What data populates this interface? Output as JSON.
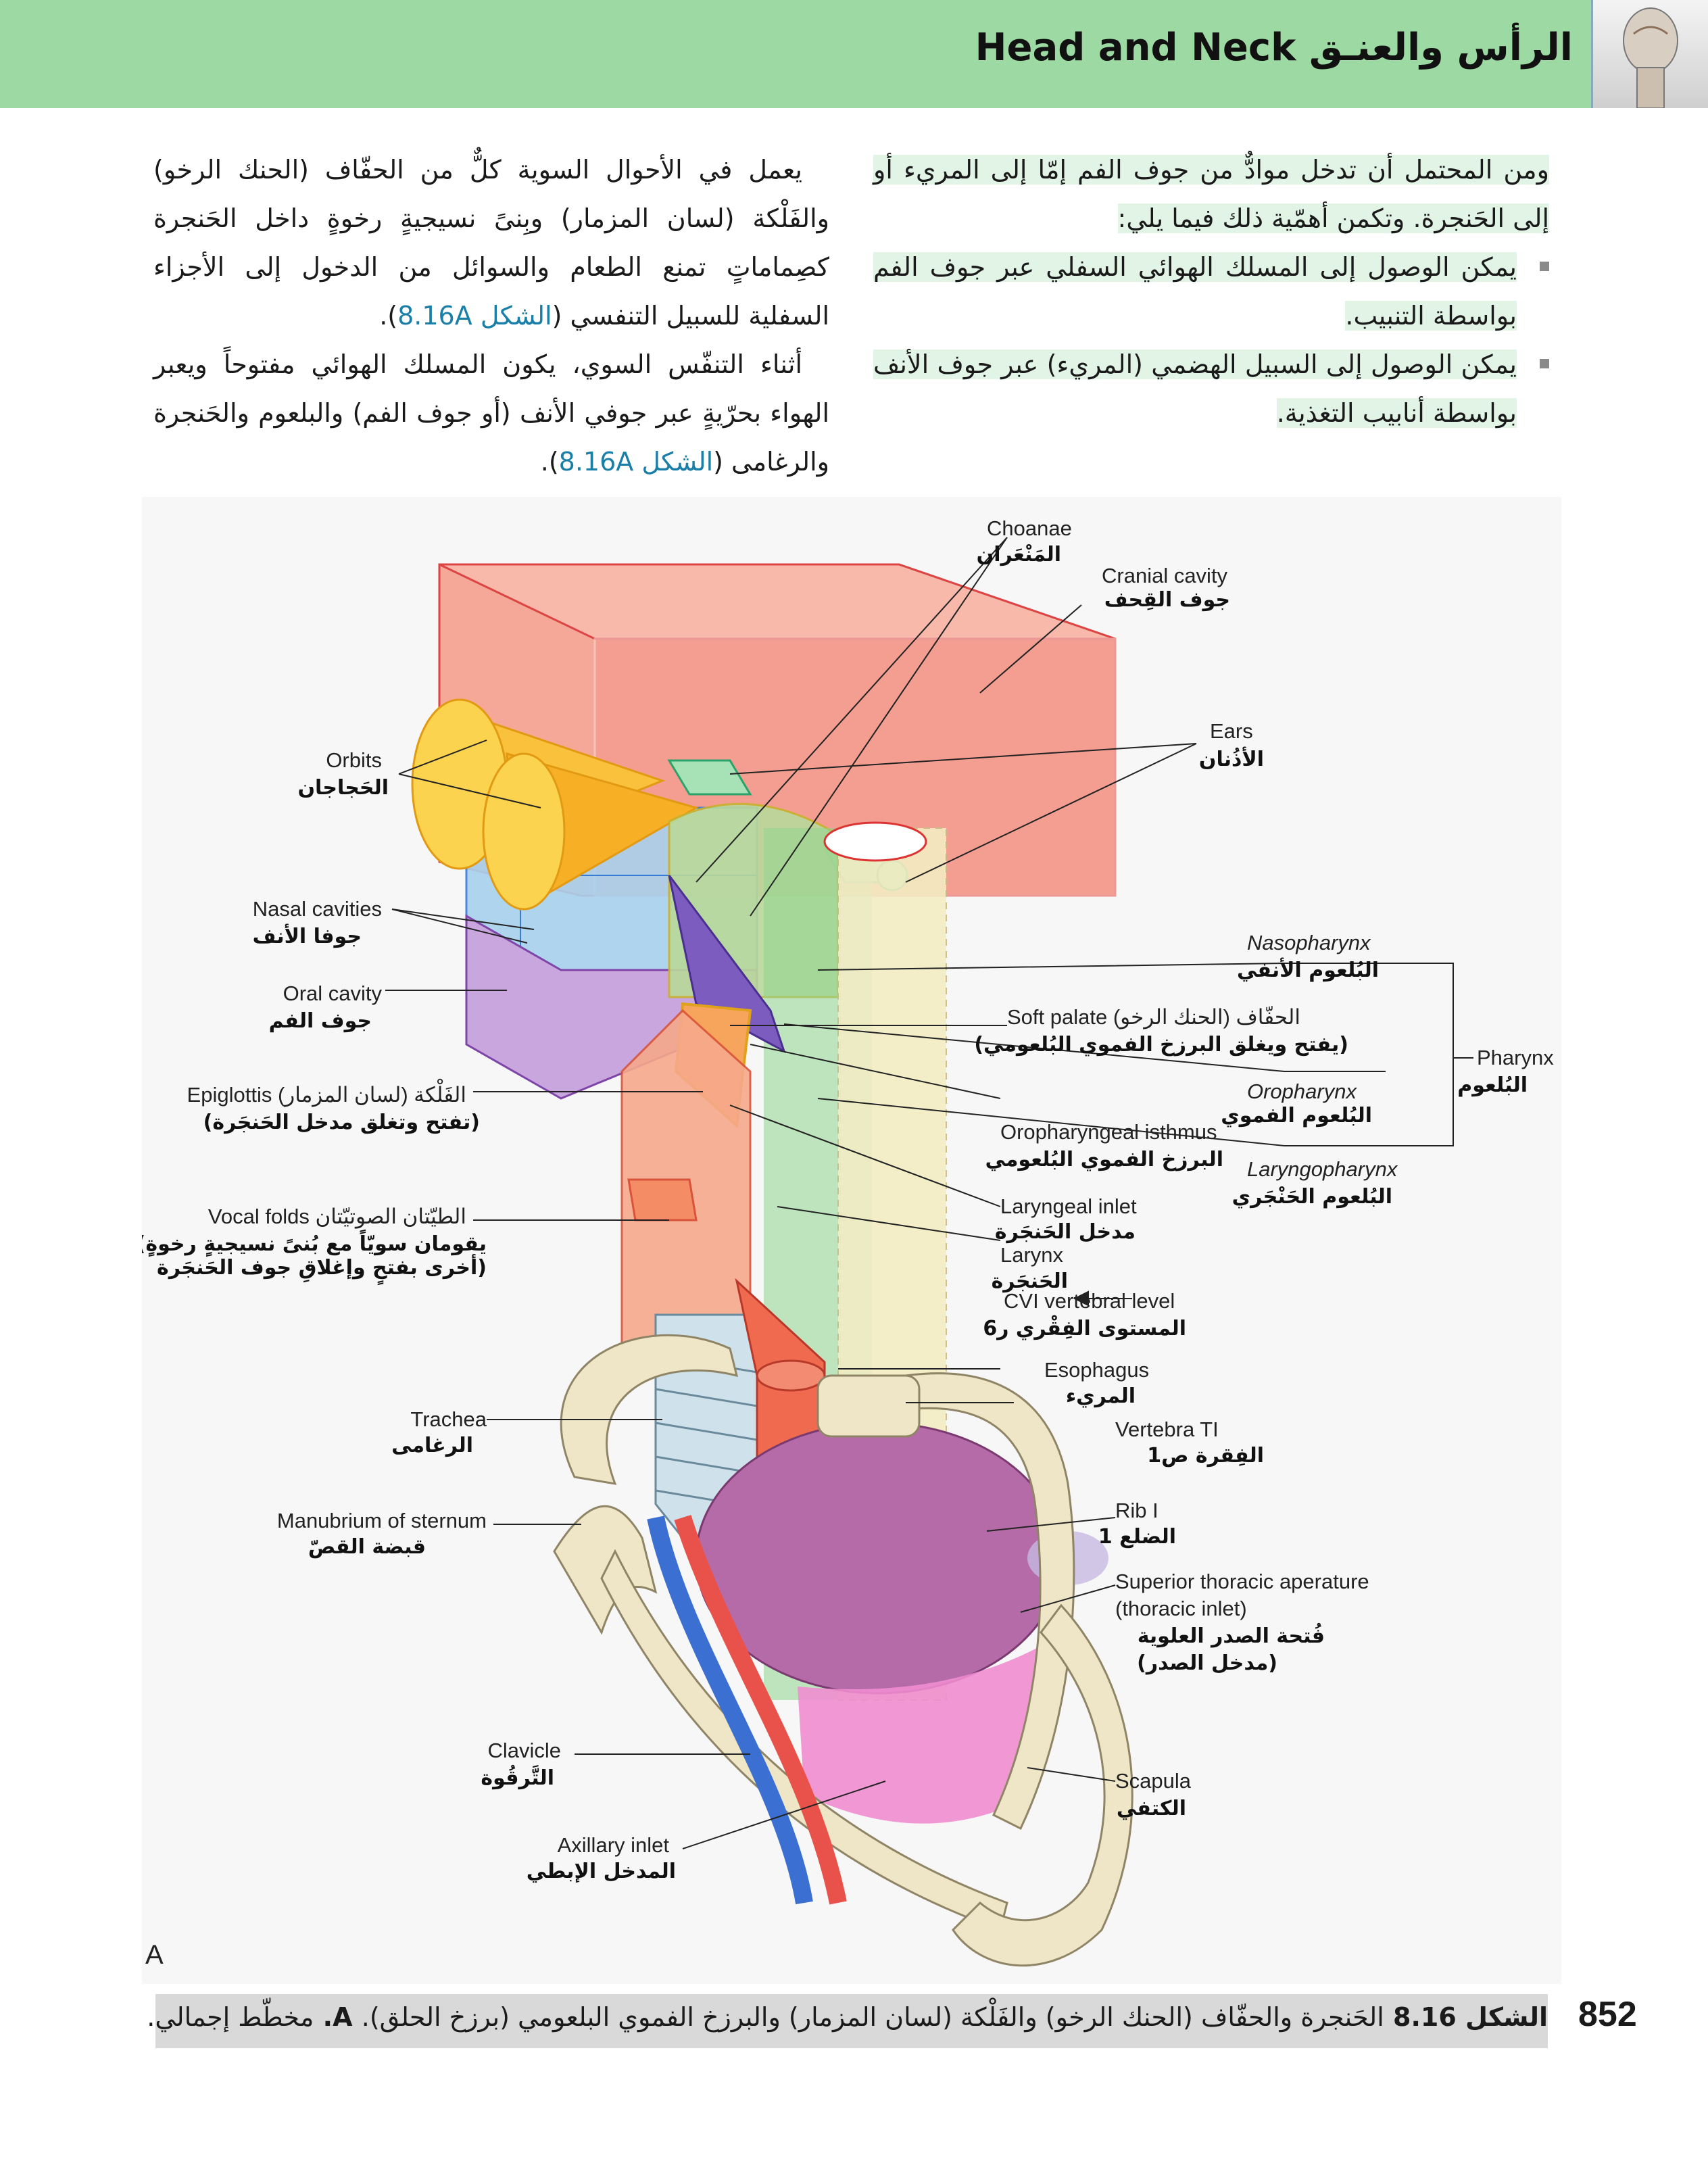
{
  "header": {
    "title": "الرأس والعنـق Head and Neck",
    "thumbnail_icon": "head-neck-anatomy-thumbnail"
  },
  "text": {
    "right_col": {
      "intro": "ومن المحتمل أن تدخل موادٌّ من جوف الفم إمّا إلى المريء أو إلى الحَنجرة. وتكمن أهمّية ذلك فيما يلي:",
      "bullet1": "يمكن الوصول إلى المسلك الهوائي السفلي عبر جوف الفم بواسطة التنبيب.",
      "bullet2": "يمكن الوصول إلى السبيل الهضمي (المريء) عبر جوف الأنف بواسطة أنابيب التغذية."
    },
    "left_col": {
      "p1": "يعمل في الأحوال السوية كلٌّ من الحفّاف (الحنك الرخو) والفَلْكة (لسان المزمار) وبِنىً نسيجيةٍ رخوةٍ داخل الحَنجرة كصِماماتٍ تمنع الطعام والسوائل من الدخول إلى الأجزاء السفلية للسبيل التنفسي (",
      "p1_ref": "الشكل 8.16A",
      "p1_end": ").",
      "p2": "أثناء التنفّس السوي، يكون المسلك الهوائي مفتوحاً ويعبر الهواء بحرّيةٍ عبر جوفي الأنف (أو جوف الفم) والبلعوم والحَنجرة والرغامى (",
      "p2_ref": "الشكل 8.16A",
      "p2_end": ")."
    }
  },
  "figure": {
    "labels": {
      "choanae": "Choanae",
      "choanae_ar": "المَنْعَران",
      "cranial": "Cranial cavity",
      "cranial_ar": "جوف القِحف",
      "ears": "Ears",
      "ears_ar": "الأذُنان",
      "orbits": "Orbits",
      "orbits_ar": "الحَجاجان",
      "nasal": "Nasal cavities",
      "nasal_ar": "جوفا الأنف",
      "oral": "Oral cavity",
      "oral_ar": "جوف الفم",
      "nasopharynx": "Nasopharynx",
      "nasopharynx_ar": "البُلعوم الأنفي",
      "soft_palate": "Soft palate (الحنك الرخو) الحفّاف",
      "soft_palate_ar": "(يفتح ويغلق البرزخ الفموي البُلعومي)",
      "pharynx": "Pharynx",
      "pharynx_ar": "البُلعوم",
      "oropharynx": "Oropharynx",
      "oropharynx_ar": "البُلعوم الفموي",
      "epiglottis": "Epiglottis (لسان المزمار) الفَلْكة",
      "epiglottis_ar": "(تفتح وتغلق مدخل الحَنجَرة)",
      "isthmus": "Oropharyngeal isthmus",
      "isthmus_ar": "البرزخ الفموي البُلعومي",
      "laryngopharynx": "Laryngopharynx",
      "laryngopharynx_ar": "البُلعوم الحَنْجَري",
      "vocal": "Vocal folds الطيّتان الصوتيّتان",
      "vocal_ar1": "(يقومان سويّاً مع بُنىً نسيجيةٍ رخوةٍ",
      "vocal_ar2": "أخرى بفتحٍ وإغلاقِ جوف الحَنجَرة)",
      "inlet": "Laryngeal inlet",
      "inlet_ar": "مدخل الحَنجَرة",
      "larynx": "Larynx",
      "larynx_ar": "الحَنجَرة",
      "cvi": "CVI vertebral level",
      "cvi_ar": "المستوى الفِقْري ر6",
      "esophagus": "Esophagus",
      "esophagus_ar": "المريء",
      "trachea": "Trachea",
      "trachea_ar": "الرغامى",
      "vertebra": "Vertebra TI",
      "vertebra_ar": "الفِقرة ص1",
      "manubrium": "Manubrium of sternum",
      "manubrium_ar": "قبضة القصّ",
      "rib": "Rib I",
      "rib_ar": "الضلع 1",
      "sta": "Superior thoracic aperature",
      "sta2": "(thoracic inlet)",
      "sta_ar": "فُتحة الصدر العلوية",
      "sta_ar2": "(مدخل الصدر)",
      "clavicle": "Clavicle",
      "clavicle_ar": "التَّرقُوة",
      "scapula": "Scapula",
      "scapula_ar": "الكتفي",
      "axillary": "Axillary inlet",
      "axillary_ar": "المدخل الإبطي"
    },
    "panel_letter": "A",
    "colors": {
      "cranial": "#f28b7d",
      "orbit": "#f7b733",
      "nasal": "#9ccbe8",
      "oral": "#c7a0d8",
      "pharynx_green": "#8fd68f",
      "larynx": "#f59a7a",
      "esophagus": "#ef6a4e",
      "bone": "#efe6c8",
      "lung": "#b26aa8",
      "vein": "#3b6fd1",
      "artery": "#e8524a"
    }
  },
  "caption": {
    "label": "الشكل 8.16",
    "text": "الحَنجرة والحفّاف (الحنك الرخو) والفَلْكة (لسان المزمار) والبرزخ الفموي البلعومي (برزخ الحلق).",
    "bold_tail": "A.",
    "tail": "مخطّط إجمالي."
  },
  "page_number": "852"
}
